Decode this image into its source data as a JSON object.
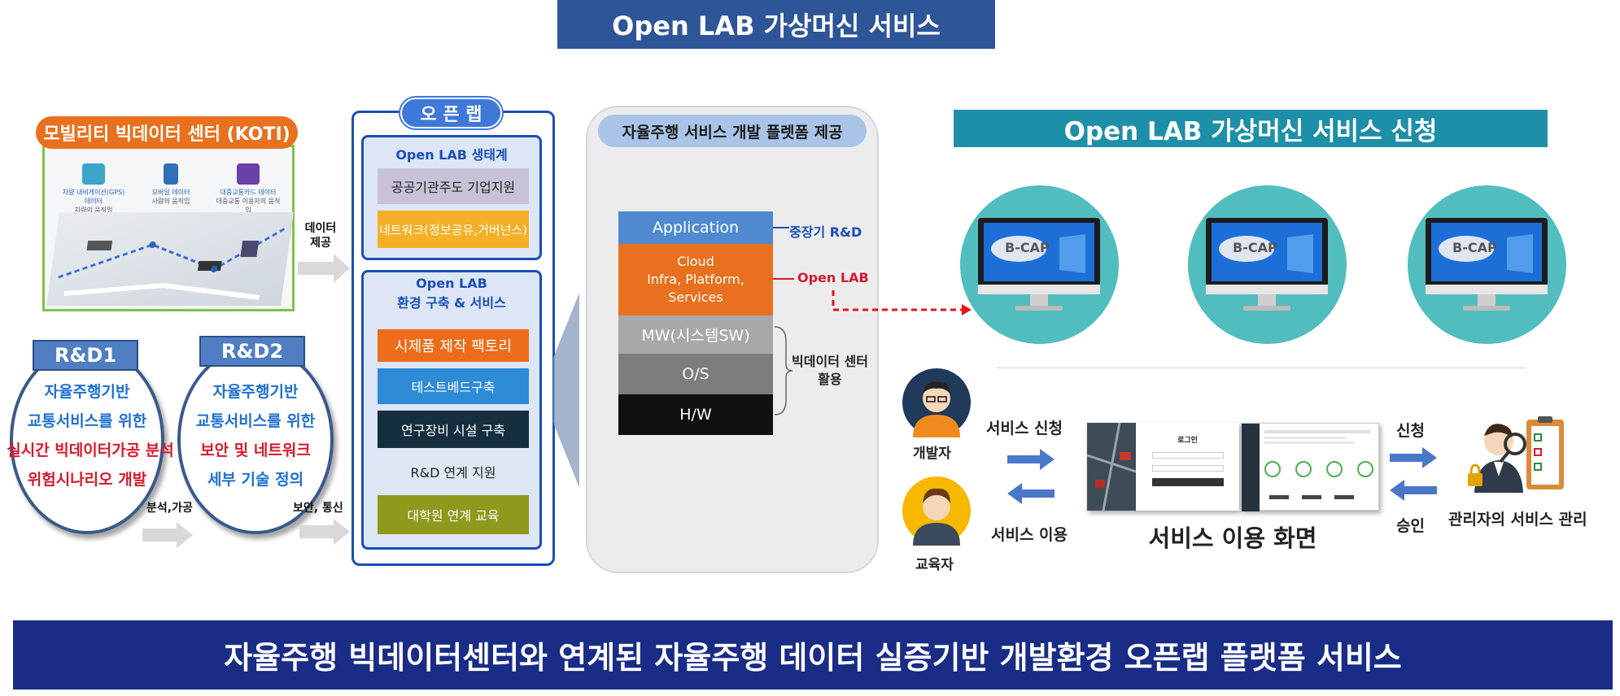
{
  "top_title": "Open LAB 가상머신 서비스",
  "koti": {
    "title": "모빌리티 빅데이터 센터 (KOTI)",
    "cards": [
      {
        "icon": "gps-icon",
        "line1": "차량 내비게이션(GPS) 데이터",
        "line2": "차량의 움직임"
      },
      {
        "icon": "mobile-icon",
        "line1": "모바일 데이터",
        "line2": "사람의 움직임"
      },
      {
        "icon": "card-icon",
        "line1": "대중교통카드 데이터",
        "line2": "대중교통 이용자의 움직임"
      }
    ]
  },
  "arrow_labels": {
    "data_provide": "데이터\n제공",
    "analysis": "분석,가공",
    "security": "보안, 통신"
  },
  "rd1": {
    "tag": "R&D1",
    "lines": [
      {
        "text": "자율주행기반",
        "color": "blue"
      },
      {
        "text": "교통서비스를 위한",
        "color": "blue"
      },
      {
        "text": "실시간 빅데이터가공 분석",
        "color": "red"
      },
      {
        "text": "위험시나리오 개발",
        "color": "red"
      }
    ]
  },
  "rd2": {
    "tag": "R&D2",
    "lines": [
      {
        "text": "자율주행기반",
        "color": "blue"
      },
      {
        "text": "교통서비스를 위한",
        "color": "blue"
      },
      {
        "text": "보안 및 네트워크",
        "color": "red"
      },
      {
        "text": "세부 기술 정의",
        "color": "blue"
      }
    ]
  },
  "openlab": {
    "tag": "오 픈 랩",
    "eco_title": "Open LAB 생태계",
    "eco_items": [
      {
        "label": "공공기관주도 기업지원",
        "bg": "#c9c1d7",
        "fg": "#222222"
      },
      {
        "label": "네트워크(정보공유,거버넌스)",
        "bg": "#f5b027",
        "fg": "#ffffff"
      }
    ],
    "env_title_1": "Open LAB",
    "env_title_2": "환경 구축 & 서비스",
    "env_items": [
      {
        "label": "시제품 제작 팩토리",
        "bg": "#ec6c1b",
        "fg": "#ffffff"
      },
      {
        "label": "테스트베드구축",
        "bg": "#2e8bd6",
        "fg": "#ffffff"
      },
      {
        "label": "연구장비 시설 구축",
        "bg": "#152f3e",
        "fg": "#ffffff"
      },
      {
        "label": "R&D 연계 지원",
        "bg": "#dde8f3",
        "fg": "#222222"
      },
      {
        "label": "대학원 연계 교육",
        "bg": "#8e9a1c",
        "fg": "#ffffff"
      }
    ]
  },
  "platform": {
    "title": "자율주행 서비스 개발 플렛폼 제공",
    "layers": [
      {
        "label": "Application",
        "bg": "#4f8ad1"
      },
      {
        "label": "Cloud\nInfra, Platform,\nServices",
        "bg": "#e8701e"
      },
      {
        "label": "MW(시스템SW)",
        "bg": "#a8a8a8"
      },
      {
        "label": "O/S",
        "bg": "#7d7d7d"
      },
      {
        "label": "H/W",
        "bg": "#101010"
      }
    ],
    "side_labels": {
      "rnd": "중장기 R&D",
      "openlab": "Open LAB",
      "bigdata": "빅데이터 센터\n활용"
    }
  },
  "apply": {
    "title": "Open LAB 가상머신 서비스 신청",
    "screen_logo": "B-CAP",
    "developer": "개발자",
    "educator": "교육자",
    "service_request": "서비스 신청",
    "service_use": "서비스 이용",
    "screen_caption": "서비스 이용 화면",
    "login_text": "로그인",
    "request": "신청",
    "approve": "승인",
    "admin": "관리자의 서비스 관리"
  },
  "bottom_banner": "자율주행 빅데이터센터와 연계된 자율주행 데이터 실증기반 개발환경 오픈랩 플랫폼 서비스"
}
